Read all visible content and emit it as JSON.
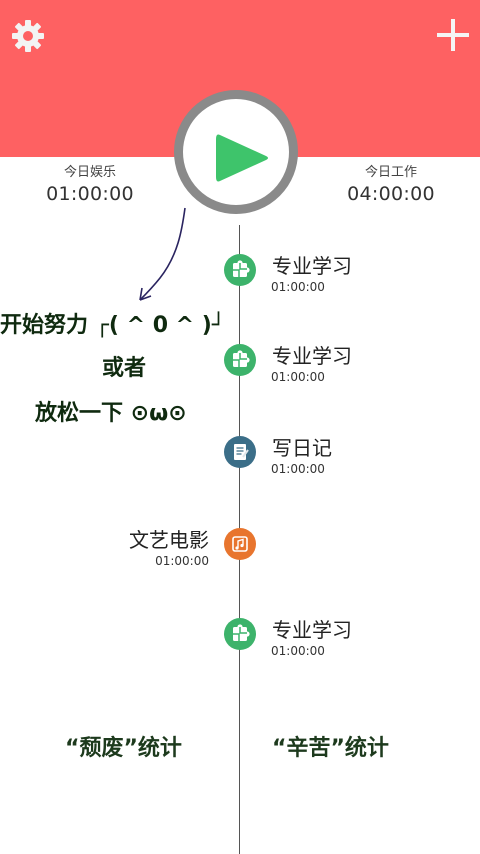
{
  "header": {
    "bg_color": "#fe6162",
    "settings_icon": "gear-icon",
    "add_icon": "plus-icon"
  },
  "stats": {
    "entertainment": {
      "label": "今日娱乐",
      "value": "01:00:00"
    },
    "work": {
      "label": "今日工作",
      "value": "04:00:00"
    }
  },
  "play_button": {
    "icon": "play-icon",
    "color": "#3ec46b"
  },
  "timeline_items": [
    {
      "title": "专业学习",
      "time": "01:00:00",
      "icon": "puzzle-icon",
      "color": "#3db36b",
      "side": "right"
    },
    {
      "title": "专业学习",
      "time": "01:00:00",
      "icon": "puzzle-icon",
      "color": "#3db36b",
      "side": "right"
    },
    {
      "title": "写日记",
      "time": "01:00:00",
      "icon": "notebook-icon",
      "color": "#3b6e88",
      "side": "right"
    },
    {
      "title": "文艺电影",
      "time": "01:00:00",
      "icon": "music-icon",
      "color": "#e8752e",
      "side": "left"
    },
    {
      "title": "专业学习",
      "time": "01:00:00",
      "icon": "puzzle-icon",
      "color": "#3db36b",
      "side": "right"
    }
  ],
  "annotations": {
    "line1": "开始努力 ┌( ^ 0 ^ )┘",
    "line2": "或者",
    "line3": "放松一下 ⊙ω⊙"
  },
  "footer": {
    "left": "“颓废”统计",
    "right": "“辛苦”统计"
  }
}
